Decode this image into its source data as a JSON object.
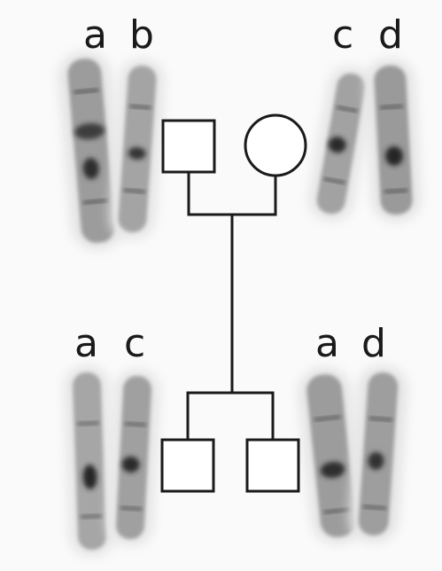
{
  "labels": {
    "parent_left_a": "a",
    "parent_left_b": "b",
    "parent_right_c": "c",
    "parent_right_d": "d",
    "child_left_a": "a",
    "child_left_c": "c",
    "child_right_a": "a",
    "child_right_d": "d"
  },
  "colors": {
    "line": "#1a1a1a",
    "chromosome_body": "#9a9a9a",
    "chromosome_band": "#3a3a3a",
    "halo": "#e6e6e6"
  }
}
